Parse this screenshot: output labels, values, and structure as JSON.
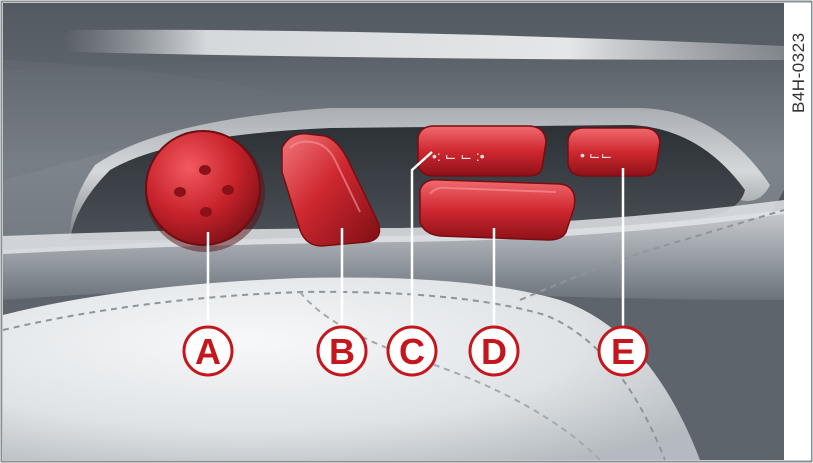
{
  "figure": {
    "reference_code": "B4H-0323",
    "callouts": [
      {
        "label": "A",
        "target": "seat-adjustment-round-control"
      },
      {
        "label": "B",
        "target": "backrest-rocker-switch"
      },
      {
        "label": "C",
        "target": "memory-button-row"
      },
      {
        "label": "D",
        "target": "seat-horizontal-switch"
      },
      {
        "label": "E",
        "target": "set-button"
      }
    ]
  },
  "colors": {
    "panel_dark": "#3d4349",
    "door_grey": "#8f959b",
    "button_red": "#c8232c",
    "callout_red": "#c4161c",
    "leather_light": "#e9ecef"
  }
}
